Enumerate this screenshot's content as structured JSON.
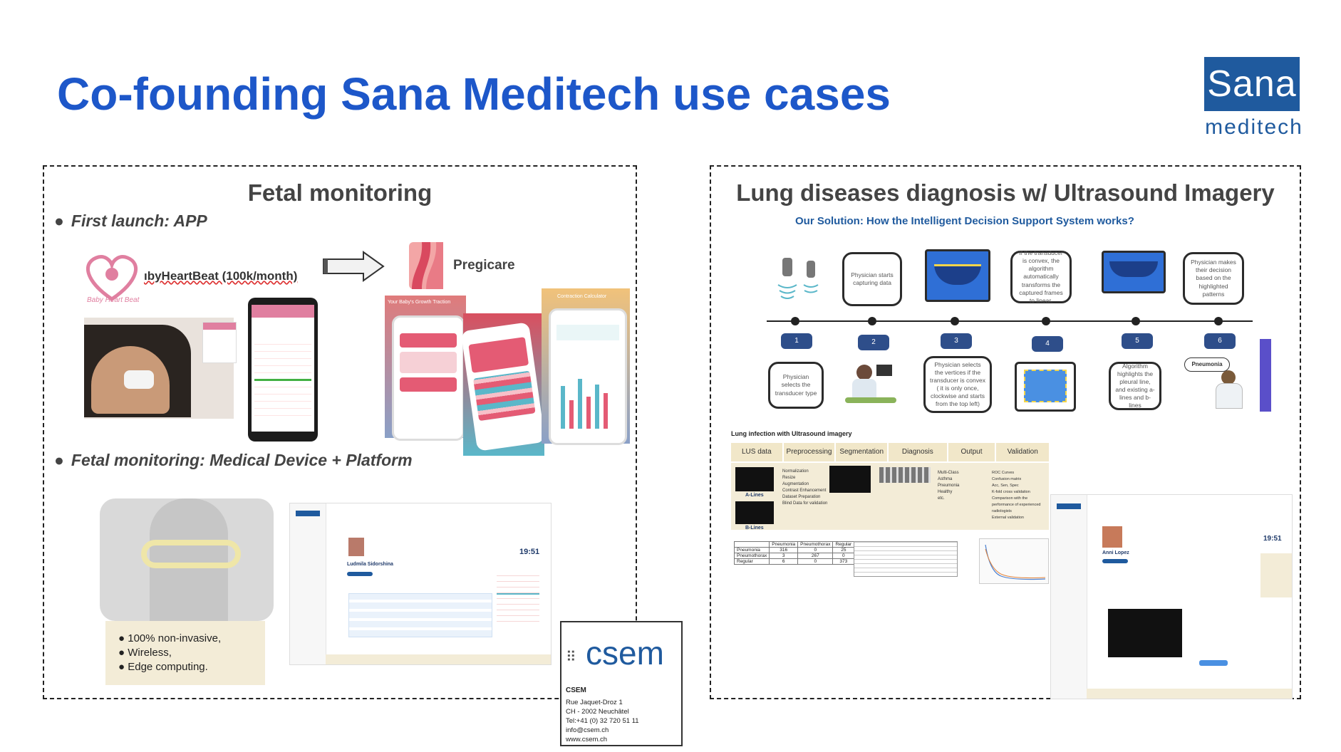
{
  "title": "Co-founding Sana Meditech use cases",
  "logo": {
    "main": "Sana",
    "sub": "meditech",
    "color": "#1f5a9e"
  },
  "left_panel": {
    "title": "Fetal monitoring",
    "bullet1": "First launch: APP",
    "babyheartbeat_label": "ıbyHeartBeat (100k/month)",
    "babyheartbeat_logo_text": "Baby Heart Beat",
    "pregicare_label": "Pregicare",
    "app_screen1_title": "Your Baby's Growth Traction",
    "app_screen2_title": "Contraction Calculator",
    "bullet2": "Fetal monitoring: Medical Device + Platform",
    "device_features": [
      "100% non-invasive,",
      "Wireless,",
      "Edge computing."
    ],
    "dashboard_patient_name": "Ludmila Sidorshina",
    "dashboard_time": "19:51"
  },
  "right_panel": {
    "title": "Lung diseases diagnosis w/ Ultrasound Imagery",
    "subtitle": "Our Solution: How the Intelligent Decision Support System works?",
    "steps": [
      {
        "num": "1",
        "text": "Physician selects the transducer type"
      },
      {
        "num": "2",
        "text": "Physician starts capturing data"
      },
      {
        "num": "3",
        "text": "Physician selects the vertices if the transducer is convex ( it is only once, clockwise and starts from the top left)"
      },
      {
        "num": "4",
        "text": "If the transducer is convex, the algorithm automatically transforms the captured frames to linear."
      },
      {
        "num": "5",
        "text": "Algorithm highlights the pleural line, and existing a-lines and b-lines"
      },
      {
        "num": "6",
        "text": "Physician makes their decision based on the highlighted patterns"
      }
    ],
    "pneumonia_label": "Pneumonia",
    "pipeline_title": "Lung infection with Ultrasound imagery",
    "pipeline_stages": [
      "LUS data",
      "Preprocessing",
      "Segmentation",
      "Diagnosis",
      "Output",
      "Validation"
    ],
    "lus_labels": [
      "A-Lines",
      "B-Lines"
    ],
    "preprocessing_items": [
      "Normalization",
      "Resize",
      "Augmentation",
      "Contrast Enhancement",
      "Dataset Preparation",
      "Blind Data for validation"
    ],
    "output_items": [
      "Multi-Class",
      "Asthma",
      "Pneumonia",
      "Healthy",
      "etc."
    ],
    "validation_items": [
      "ROC Curves",
      "Confusion matrix",
      "Acc, Sen, Spec",
      "K-fold cross validation",
      "Comparison with the performance of experienced radiologists",
      "External validation"
    ],
    "confusion_table": {
      "headers": [
        "",
        "Pneumonia",
        "Pneumothorax",
        "Regular"
      ],
      "rows": [
        [
          "Pneumonia",
          "316",
          "0",
          "25"
        ],
        [
          "Pneumothorax",
          "3",
          "267",
          "0"
        ],
        [
          "Regular",
          "6",
          "0",
          "373"
        ]
      ]
    },
    "dashboard_patient_name": "Anni Lopez",
    "dashboard_time": "19:51"
  },
  "csem": {
    "logo": "csem",
    "name": "CSEM",
    "address": [
      "Rue Jaquet-Droz 1",
      "CH - 2002 Neuchâtel",
      "Tel:+41 (0) 32 720 51 11",
      "info@csem.ch",
      "www.csem.ch"
    ]
  }
}
